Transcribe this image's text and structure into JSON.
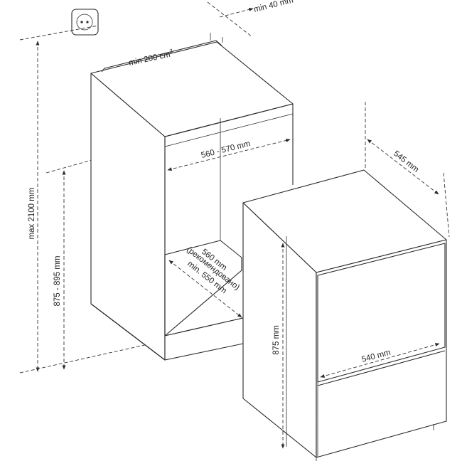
{
  "labels": {
    "vent_top": "min 40 mm",
    "vent_area": "min 200 cm",
    "vent_area_sup": "2",
    "niche_width": "560 - 570 mm",
    "niche_depth_reco": "560 mm",
    "niche_depth_reco_note": "(рекомендовано)",
    "niche_depth_min": "min. 550 mm",
    "max_height": "max 2100 mm",
    "niche_height": "875 - 895 mm",
    "appliance_depth": "545 mm",
    "appliance_height": "875 mm",
    "appliance_width": "540 mm"
  },
  "icons": {
    "socket": "power-socket-icon"
  },
  "colors": {
    "line": "#2a2a2a",
    "background": "#ffffff"
  }
}
